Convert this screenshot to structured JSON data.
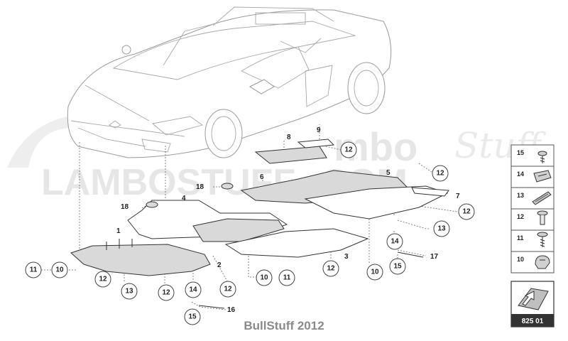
{
  "watermark": {
    "brand_left": "LAMBOSTUFF",
    "brand_left_suffix": ".COM",
    "brand_right": "mbo",
    "brand_script": "Stuff"
  },
  "callouts": [
    {
      "id": "c1",
      "label": "11"
    },
    {
      "id": "c2",
      "label": "10"
    },
    {
      "id": "c3",
      "label": "12"
    },
    {
      "id": "c4",
      "label": "13"
    },
    {
      "id": "c5",
      "label": "12"
    },
    {
      "id": "c6",
      "label": "14"
    },
    {
      "id": "c7",
      "label": "15"
    },
    {
      "id": "c8",
      "label": "12"
    },
    {
      "id": "c9",
      "label": "10"
    },
    {
      "id": "c10",
      "label": "11"
    },
    {
      "id": "c11",
      "label": "12"
    },
    {
      "id": "c12",
      "label": "10"
    },
    {
      "id": "c13",
      "label": "15"
    },
    {
      "id": "c14",
      "label": "14"
    },
    {
      "id": "c15",
      "label": "13"
    },
    {
      "id": "c16",
      "label": "12"
    },
    {
      "id": "c17",
      "label": "12"
    },
    {
      "id": "c18",
      "label": "12"
    }
  ],
  "plain_labels": {
    "p1": "1",
    "p2": "2",
    "p3": "3",
    "p4": "4",
    "p5": "5",
    "p6": "6",
    "p7": "7",
    "p8": "8",
    "p9": "9",
    "p16": "16",
    "p17": "17",
    "p18a": "18",
    "p18b": "18"
  },
  "legend": {
    "items": [
      {
        "number": "15",
        "icon": "screw-icon"
      },
      {
        "number": "14",
        "icon": "clip-icon"
      },
      {
        "number": "13",
        "icon": "seal-strip-icon"
      },
      {
        "number": "12",
        "icon": "expanding-rivet-icon"
      },
      {
        "number": "11",
        "icon": "bolt-icon"
      },
      {
        "number": "10",
        "icon": "spring-clip-icon"
      }
    ],
    "diagram_code": "825 01"
  },
  "footer": {
    "text": "BullStuff 2012"
  }
}
